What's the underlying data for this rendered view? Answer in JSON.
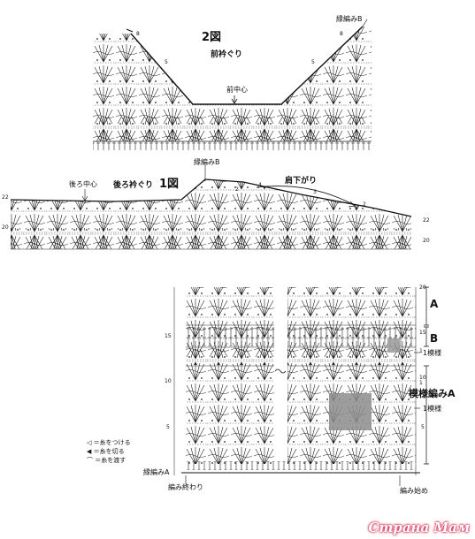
{
  "diagram2": {
    "title": "2図",
    "neckline": "前衿ぐり",
    "center": "前中心",
    "edge": "縁編みB",
    "row_numbers": [
      "8",
      "5",
      "5",
      "8"
    ]
  },
  "diagram1": {
    "title": "1図",
    "back_center": "後ろ中心",
    "neckline": "後ろ衿ぐり",
    "edge": "縁編みB",
    "shoulder": "肩下がり",
    "row_numbers": [
      "22",
      "20",
      "4",
      "2",
      "3",
      "2",
      "22",
      "20"
    ]
  },
  "main": {
    "label_A": "A",
    "label_B": "B",
    "pattern_a": "模様編みA",
    "one_repeat": "1模様",
    "one_repeat_2": "1模様",
    "edge_a": "縁編みA",
    "rows_left": [
      "15",
      "10",
      "5"
    ],
    "rows_right": [
      "20",
      "15",
      "10",
      "5"
    ],
    "end": "編み終わり",
    "start": "編み始め",
    "marker_1": "1",
    "marker_1b": "1"
  },
  "legend": [
    {
      "symbol": "◁",
      "text": "＝糸をつける"
    },
    {
      "symbol": "◀",
      "text": "＝糸を切る"
    },
    {
      "symbol": "⌒",
      "text": "＝糸を渡す"
    }
  ],
  "watermark": "Страна Мам"
}
